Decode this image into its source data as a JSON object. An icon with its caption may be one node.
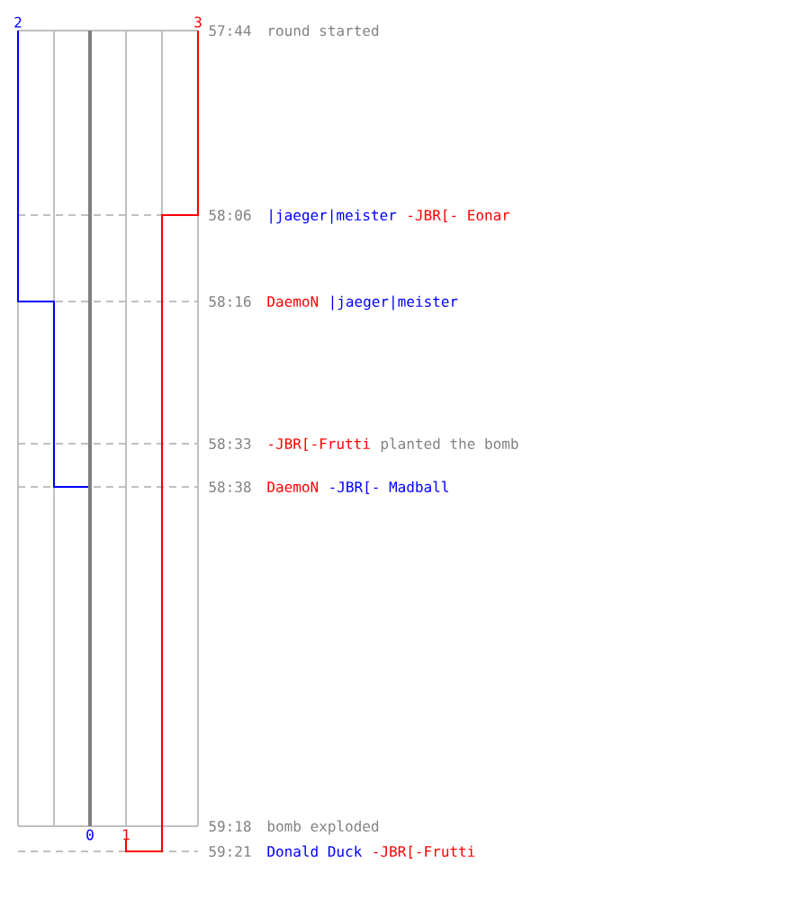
{
  "diagram": {
    "labels": [
      "2",
      "3",
      "57:44",
      "round started",
      "58:06",
      "|jaeger|meister",
      "-JBR[- Eonar",
      "58:16",
      "DaemoN",
      "|jaeger|meister",
      "58:33",
      "-JBR[-Frutti",
      "planted the bomb",
      "58:38",
      "DaemoN",
      "-JBR[- Madball",
      "59:18",
      "bomb exploded",
      "0",
      "1",
      "59:21",
      "Donald Duck",
      "-JBR[-Frutti"
    ]
  }
}
